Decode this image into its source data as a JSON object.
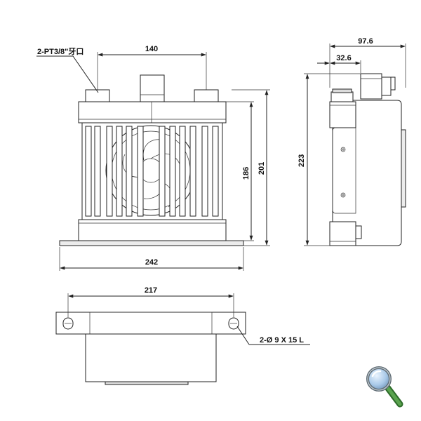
{
  "dimensions": {
    "port_note": "2-PT3/8\"牙口",
    "port_spacing": "140",
    "overall_depth": "97.6",
    "port_offset": "32.6",
    "core_height": "186",
    "body_height": "201",
    "total_height": "223",
    "base_width": "242",
    "hole_spacing": "217",
    "hole_note": "2-Ø 9 X 15 L"
  },
  "icons": {
    "zoom": "magnifier-icon"
  }
}
